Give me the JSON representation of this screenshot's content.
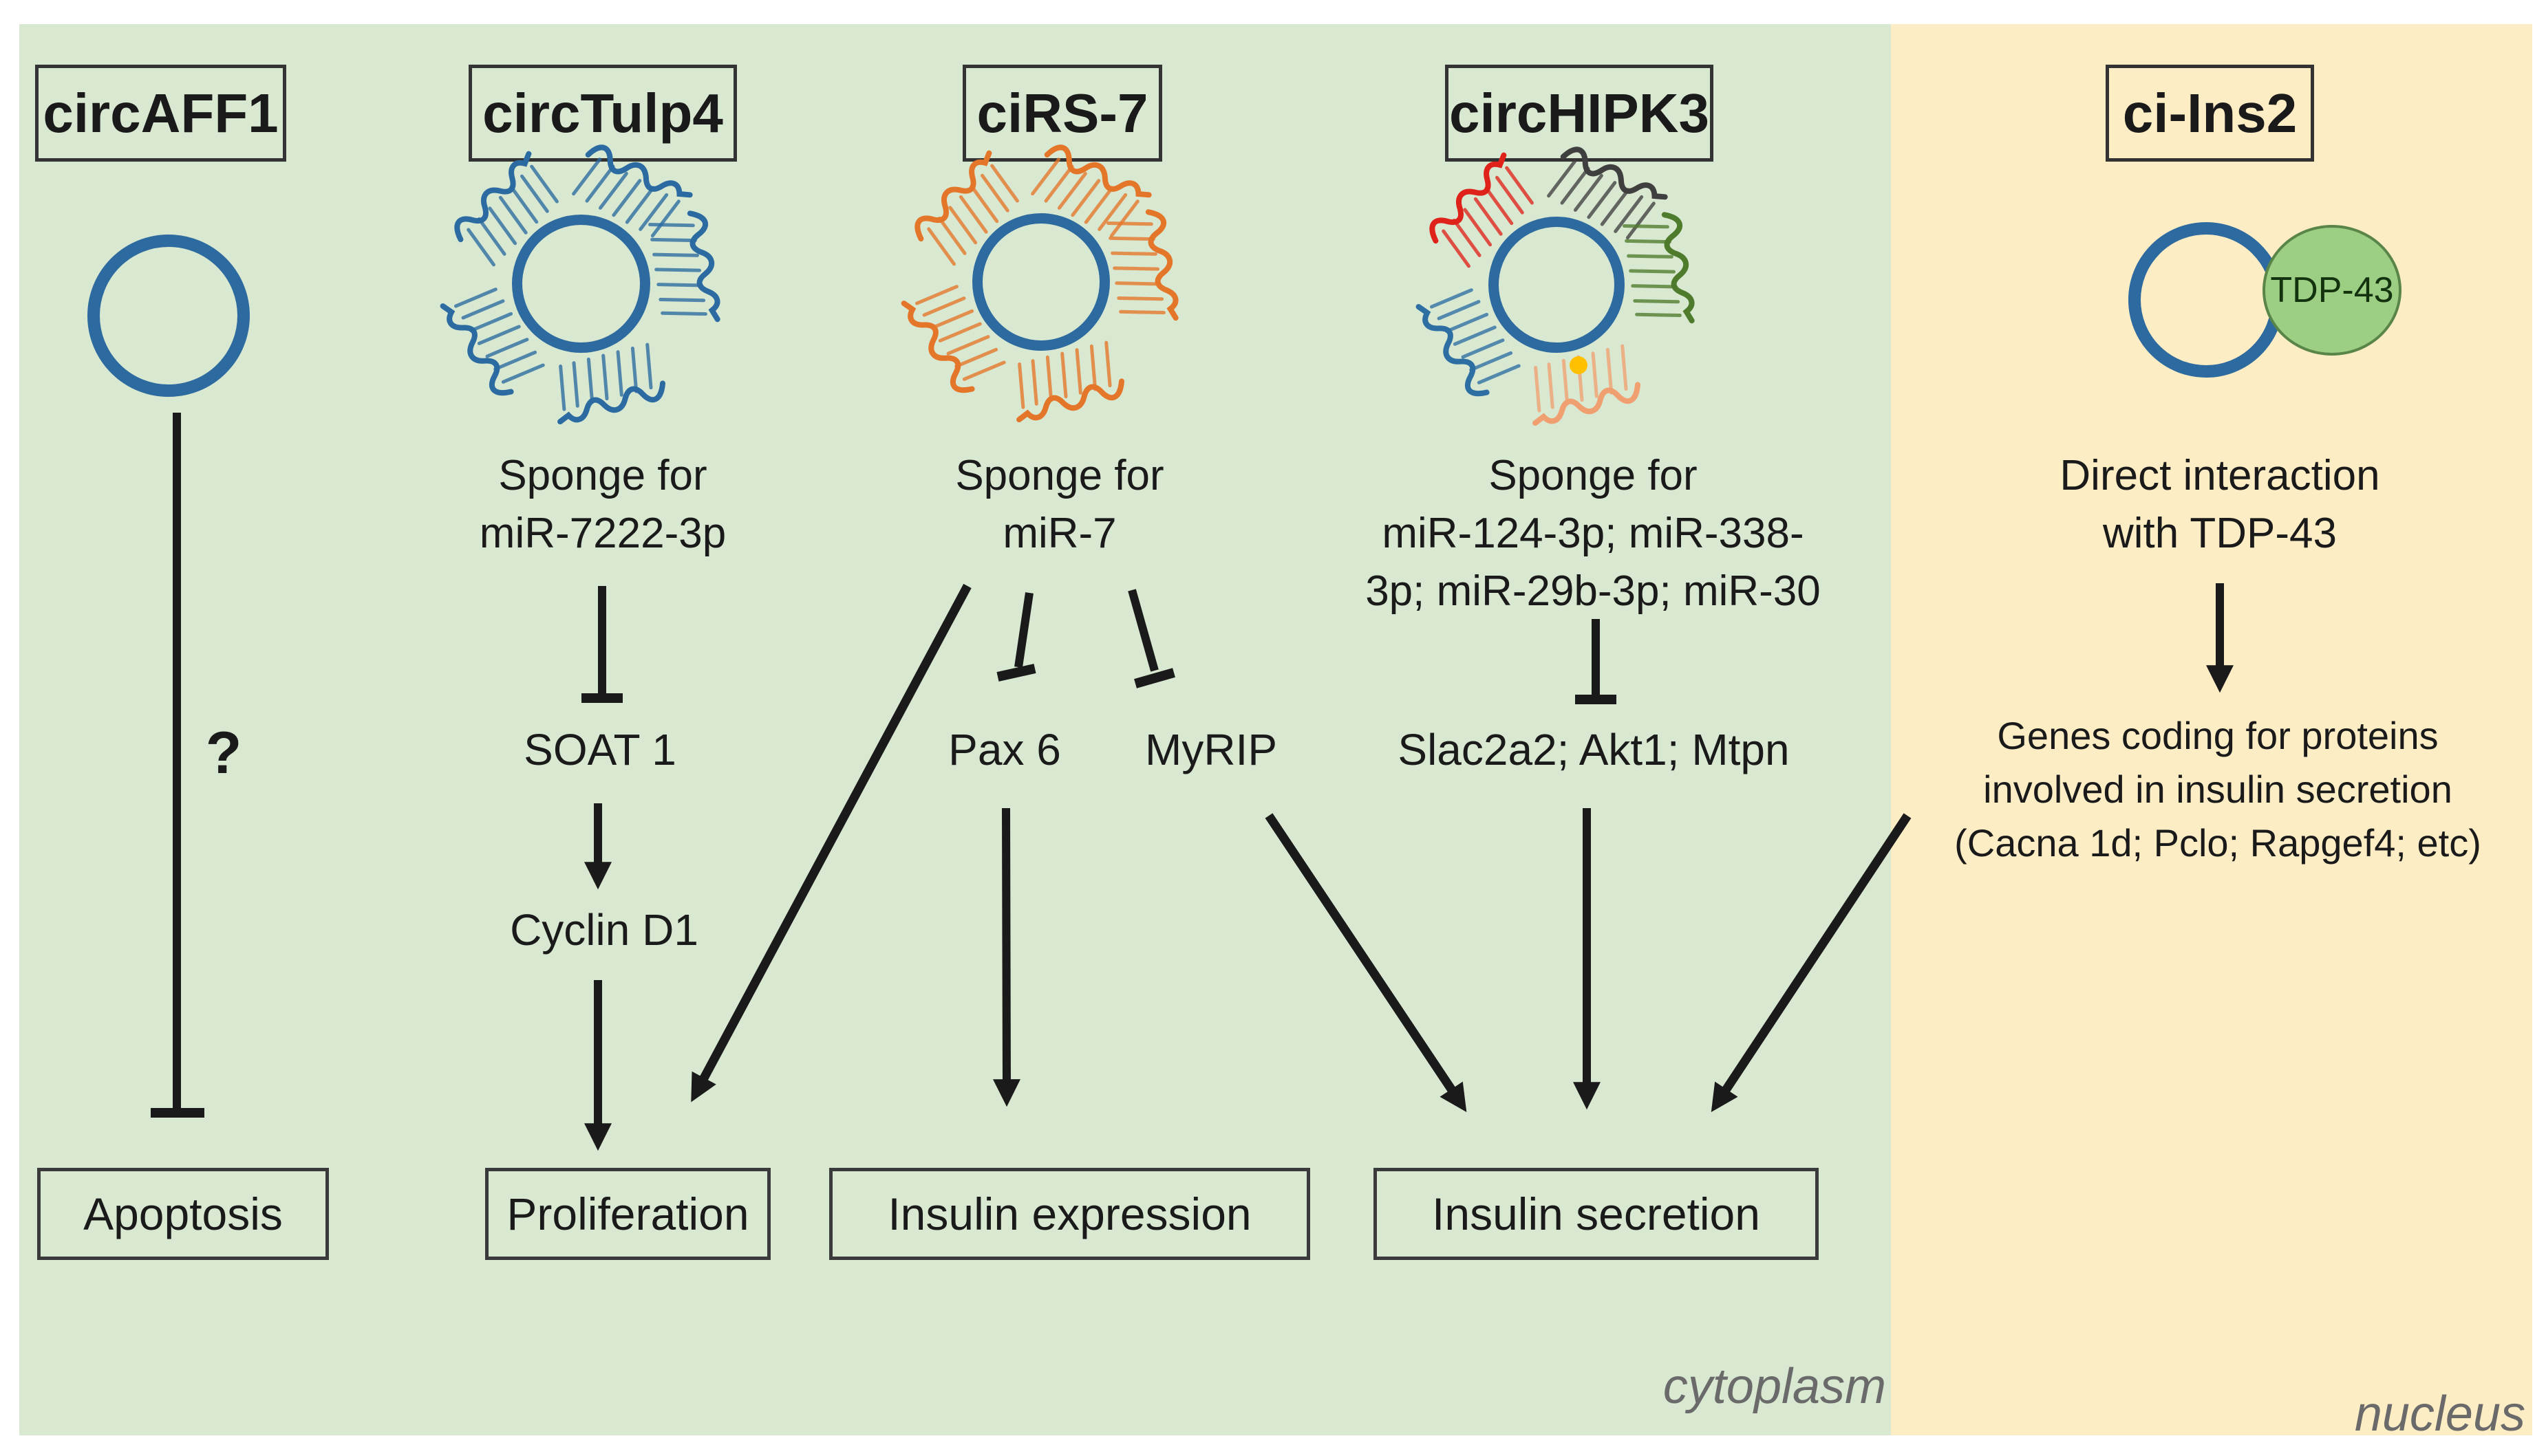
{
  "compartments": {
    "cytoplasm": "cytoplasm",
    "nucleus": "nucleus"
  },
  "circrnas": [
    {
      "name": "circAFF1",
      "uncertainty": "?",
      "outcome": "Apoptosis"
    },
    {
      "name": "circTulp4",
      "mechanism": [
        "Sponge for",
        "miR-7222-3p"
      ],
      "target": "SOAT 1",
      "downstream": "Cyclin D1",
      "outcome": "Proliferation"
    },
    {
      "name": "ciRS-7",
      "mechanism": [
        "Sponge for",
        "miR-7"
      ],
      "targets": [
        "Pax 6",
        "MyRIP"
      ],
      "outcomes": [
        "Proliferation",
        "Insulin expression",
        "Insulin secretion"
      ]
    },
    {
      "name": "circHIPK3",
      "mechanism": [
        "Sponge for",
        "miR-124-3p; miR-338-",
        "3p; miR-29b-3p; miR-30"
      ],
      "target": "Slac2a2; Akt1; Mtpn",
      "outcome": "Insulin secretion"
    },
    {
      "name": "ci-Ins2",
      "partner": "TDP-43",
      "mechanism": [
        "Direct interaction",
        "with TDP-43"
      ],
      "target": [
        "Genes coding for proteins",
        "involved in insulin secretion",
        "(Cacna 1d;  Pclo; Rapgef4; etc)"
      ],
      "outcome": "Insulin secretion"
    }
  ],
  "outcomes": [
    "Apoptosis",
    "Proliferation",
    "Insulin expression",
    "Insulin secretion"
  ],
  "colors": {
    "cytoplasm_bg": "#d9e8d1",
    "nucleus_bg": "#fcedc5",
    "circle_stroke": "#2d6a9f",
    "tdp43_fill": "#9cce83",
    "tdp43_border": "#5a8549",
    "line": "#1a1a1a",
    "sponge_dot": "#ffc000",
    "sponges": {
      "circTulp4": [
        "#2b6ba1",
        "#2b6ba1",
        "#2b6ba1",
        "#2b6ba1",
        "#2b6ba1"
      ],
      "ciRS7": [
        "#e4762a",
        "#e4762a",
        "#e4762a",
        "#e4762a",
        "#e4762a"
      ],
      "circHIPK3": [
        "#df231a",
        "#3f3f3f",
        "#4e7c2c",
        "#f0a070",
        "#2d6fa3"
      ]
    }
  }
}
